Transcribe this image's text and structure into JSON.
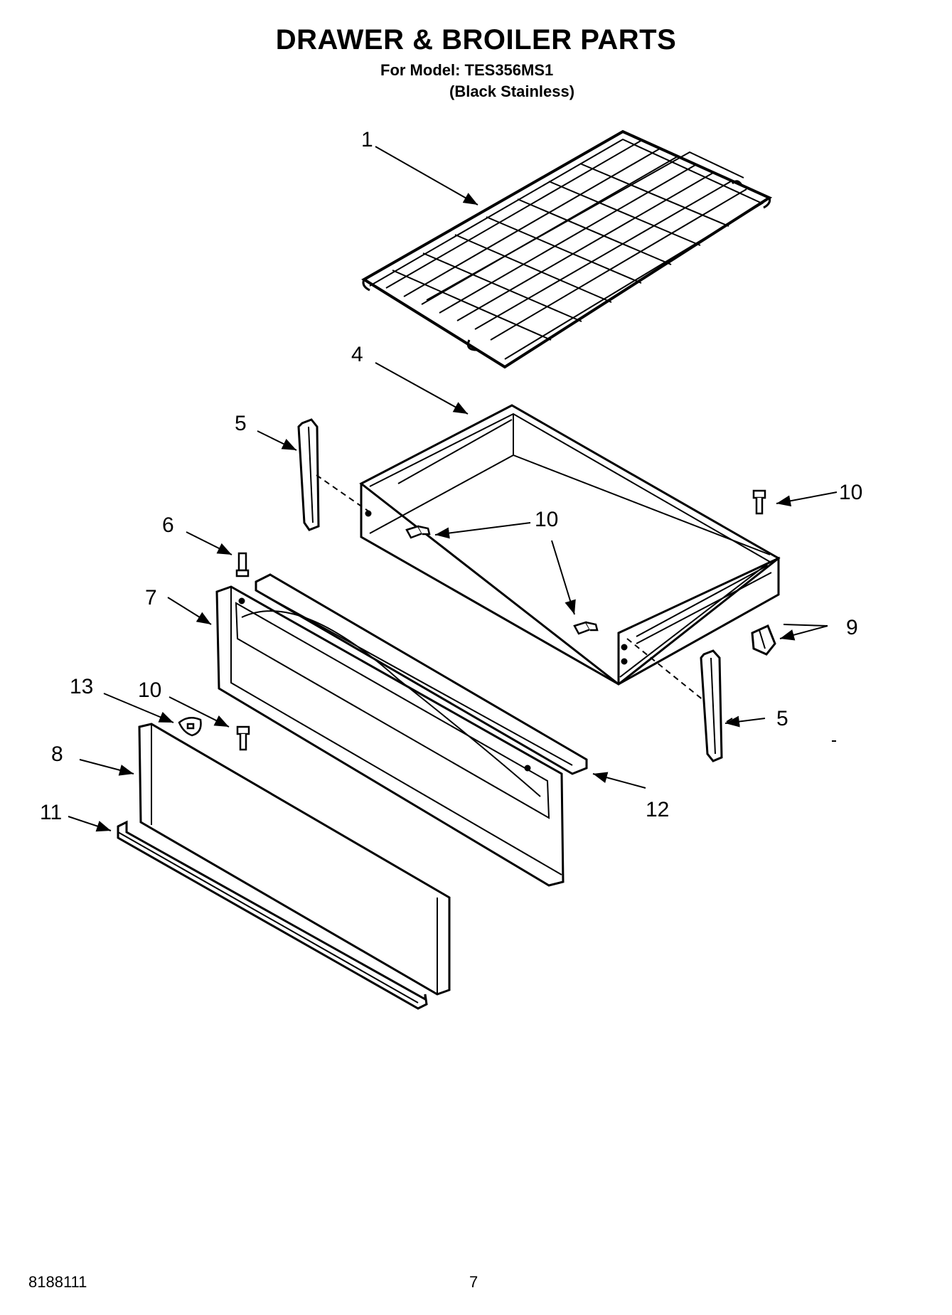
{
  "header": {
    "title": "DRAWER & BROILER PARTS",
    "model_line": "For Model: TES356MS1",
    "finish_line": "(Black Stainless)"
  },
  "callouts": {
    "c1": "1",
    "c4": "4",
    "c5a": "5",
    "c5b": "5",
    "c6": "6",
    "c7": "7",
    "c8": "8",
    "c9": "9",
    "c10a": "10",
    "c10b": "10",
    "c10c": "10",
    "c11": "11",
    "c12": "12",
    "c13": "13"
  },
  "footer": {
    "doc_number": "8188111",
    "page_number": "7"
  }
}
